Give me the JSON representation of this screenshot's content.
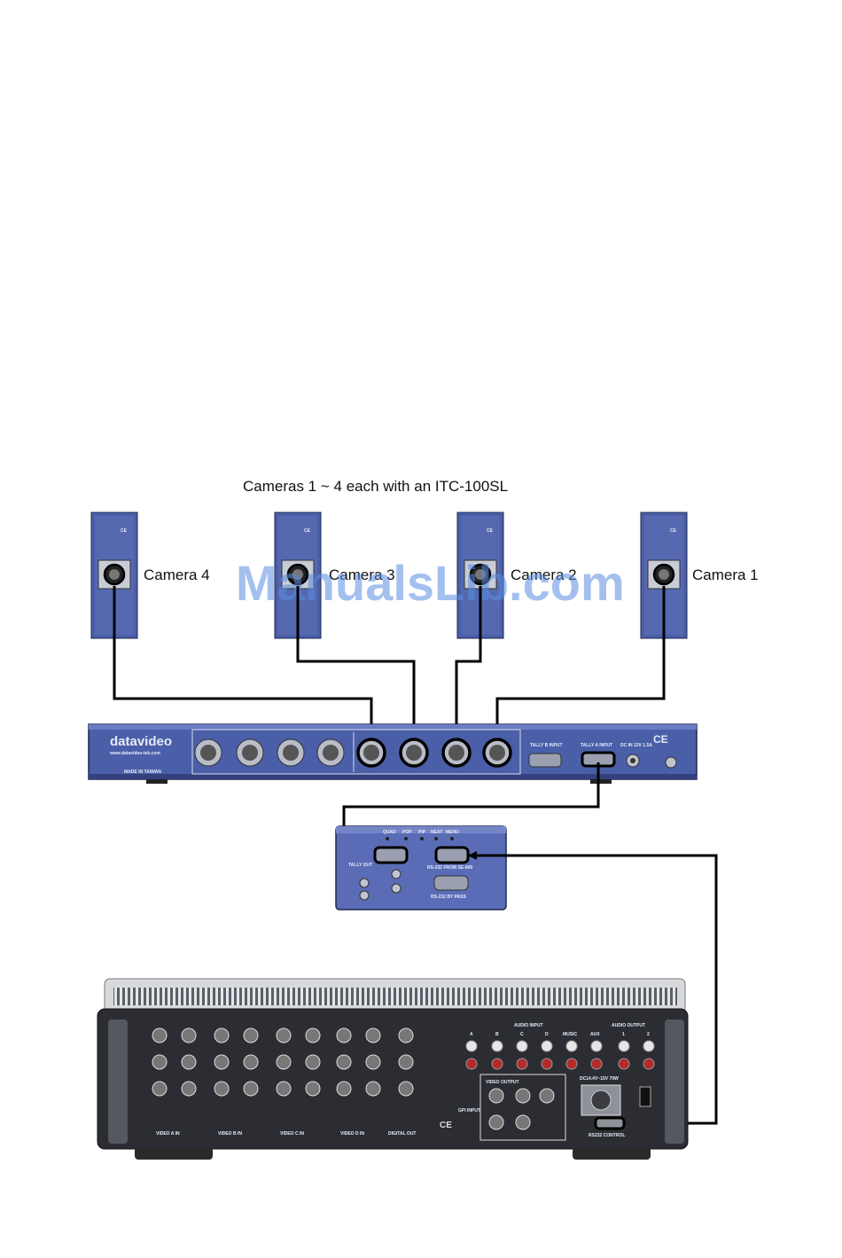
{
  "title": "Cameras 1 ~ 4 each with an ITC-100SL",
  "cameras": [
    {
      "label": "Camera 4"
    },
    {
      "label": "Camera 3"
    },
    {
      "label": "Camera 2"
    },
    {
      "label": "Camera 1"
    }
  ],
  "watermark": "ManualsLib.com",
  "master_unit": {
    "brand": "datavideo",
    "website": "www.datavideo-tek.com",
    "made_in": "MADE IN TAIWAN",
    "tally_b": "TALLY B INPUT",
    "tally_a": "TALLY A INPUT",
    "dc_in": "DC IN 12V 1.5A"
  },
  "interface_box": {
    "buttons": [
      "QUAD",
      "POP",
      "PIP",
      "NEXT",
      "MENU"
    ],
    "tally_out": "TALLY OUT",
    "rs232_from": "RS-232 FROM SE-800",
    "rs232_bypass": "RS-232 BY PASS"
  },
  "switcher": {
    "video_inputs": [
      "VIDEO A IN",
      "VIDEO B IN",
      "VIDEO C IN",
      "VIDEO D IN"
    ],
    "digital_out": "DIGITAL OUT",
    "audio_input": "AUDIO INPUT",
    "audio_output": "AUDIO OUTPUT",
    "audio_channels": [
      "A",
      "B",
      "C",
      "D",
      "MUSIC",
      "AUX"
    ],
    "audio_out_channels": [
      "1",
      "2"
    ],
    "gpi": "GPI INPUT",
    "video_output": "VIDEO OUTPUT",
    "power_spec": "DC14.4V~15V 70W",
    "rs232": "RS232 CONTROL"
  },
  "colors": {
    "panel_blue": "#4a5fa8",
    "cable": "#000000",
    "switcher_body": "#2b2d33",
    "watermark": "#5a8de0"
  }
}
